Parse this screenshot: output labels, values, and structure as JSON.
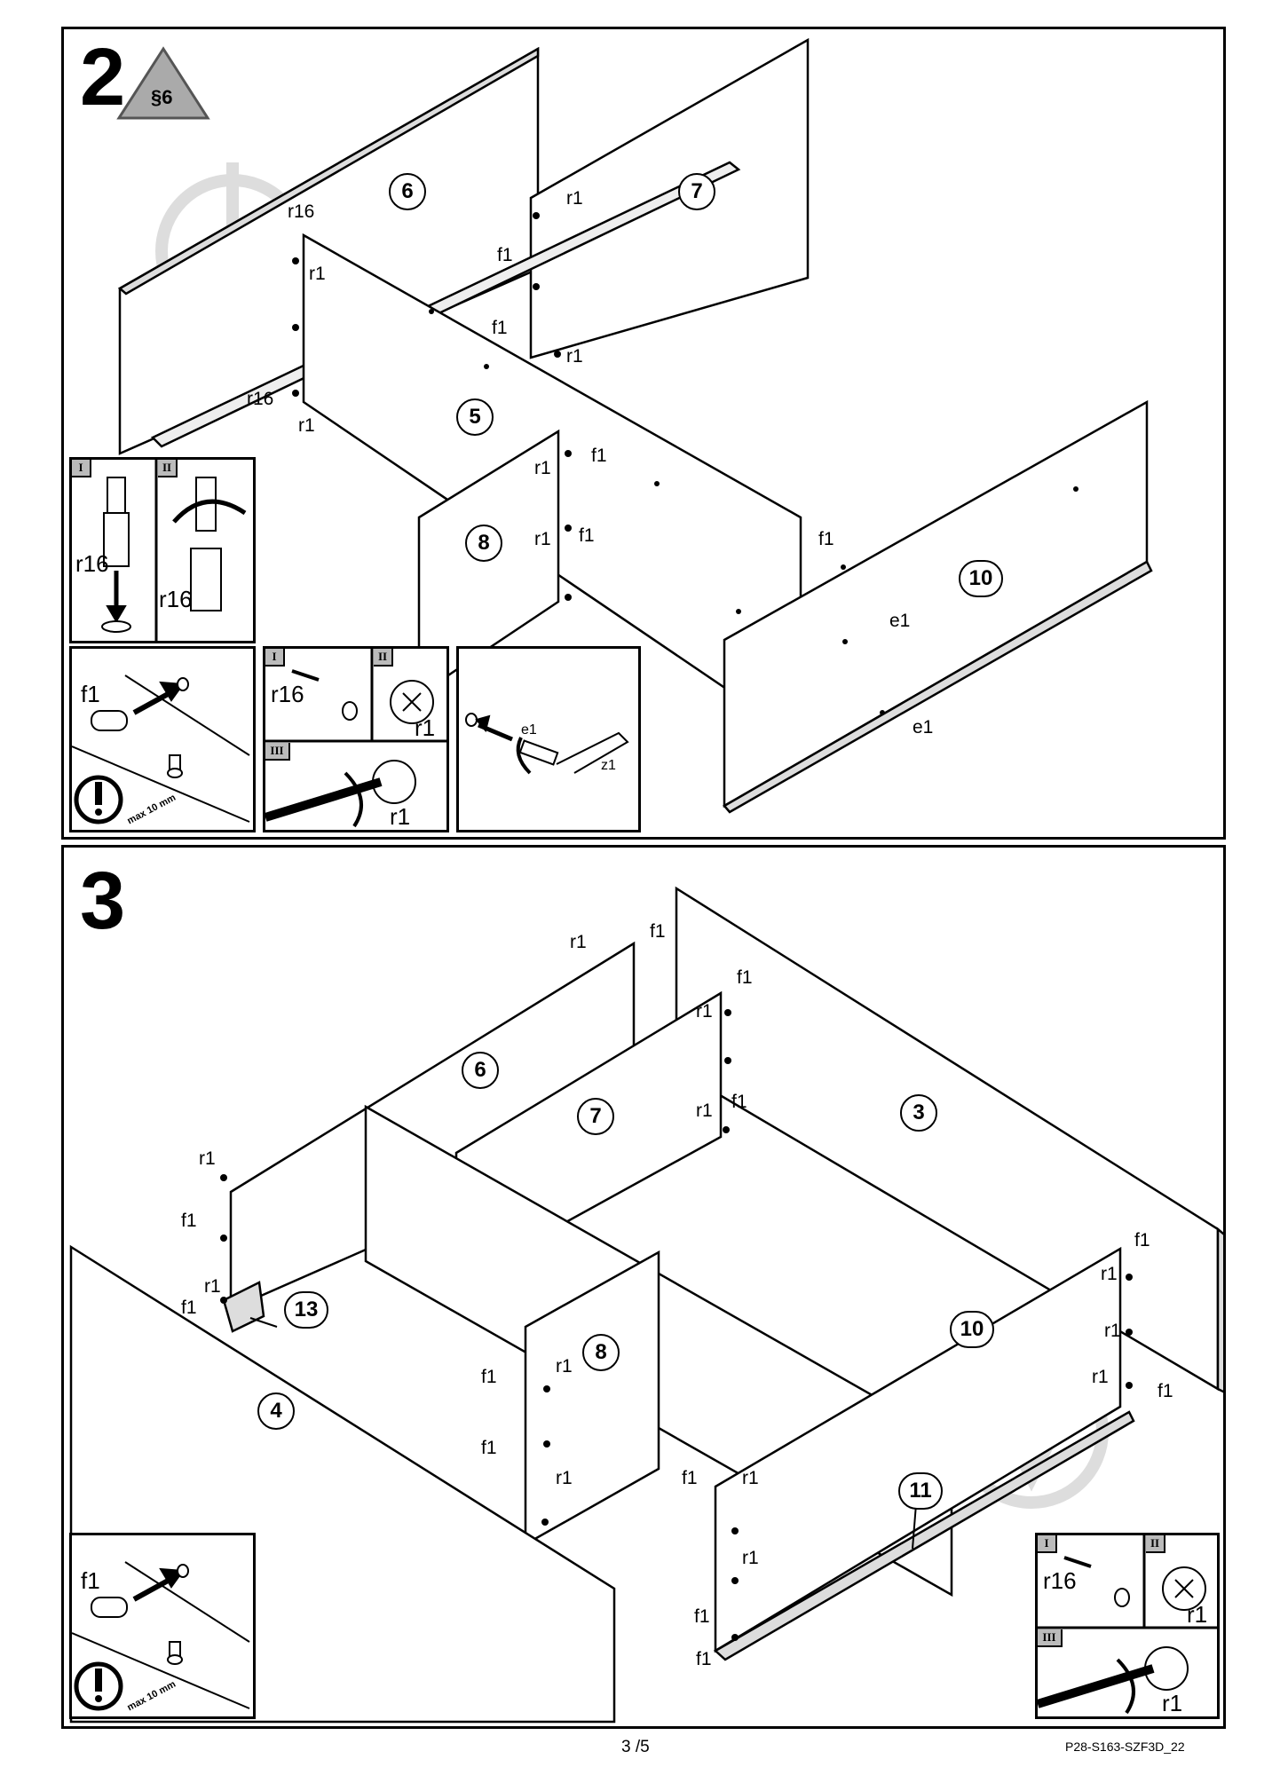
{
  "step2": {
    "number": "2",
    "warning_badge": "§6",
    "parts": {
      "p6": "6",
      "p7": "7",
      "p5": "5",
      "p8": "8",
      "p10": "10"
    },
    "labels": {
      "r16_a": "r16",
      "r16_b": "r16",
      "r1_a": "r1",
      "r1_b": "r1",
      "r1_c": "r1",
      "r1_d": "r1",
      "r1_e": "r1",
      "r1_f": "r1",
      "f1_a": "f1",
      "f1_b": "f1",
      "f1_c": "f1",
      "f1_d": "f1",
      "f1_e": "f1",
      "e1_a": "e1",
      "e1_b": "e1"
    },
    "insets": {
      "r16_step": {
        "tag_i": "I",
        "tag_ii": "II",
        "label_i": "r16",
        "label_ii": "r16"
      },
      "f1_note": {
        "label": "f1",
        "note": "max 10 mm",
        "icon": "exclamation-icon"
      },
      "r1_fit": {
        "tag_i": "I",
        "tag_ii": "II",
        "tag_iii": "III",
        "label_r16": "r16",
        "label_r1_ii": "r1",
        "label_r1_iii": "r1"
      },
      "e1_fit": {
        "label_e1": "e1",
        "label_z1": "z1"
      }
    }
  },
  "step3": {
    "number": "3",
    "parts": {
      "p6": "6",
      "p7": "7",
      "p3": "3",
      "p8": "8",
      "p10": "10",
      "p4": "4",
      "p13": "13",
      "p11": "11"
    },
    "labels": {
      "r1_a": "r1",
      "f1_a": "f1",
      "f1_b": "f1",
      "r1_b": "r1",
      "r1_c": "r1",
      "f1_c": "f1",
      "r1_d": "r1",
      "f1_d": "f1",
      "r1_e": "r1",
      "f1_e": "f1",
      "f1_f": "f1",
      "r1_f": "r1",
      "f1_g": "f1",
      "r1_g": "r1",
      "f1_h": "f1",
      "r1_h": "r1",
      "f1_i": "f1",
      "r1_i": "r1",
      "f1_j": "f1",
      "r1_j": "r1",
      "r1_k": "r1",
      "r1_l": "r1",
      "f1_k": "f1",
      "f1_l": "f1"
    },
    "insets": {
      "f1_note": {
        "label": "f1",
        "note": "max 10 mm",
        "icon": "exclamation-icon"
      },
      "r1_fit": {
        "tag_i": "I",
        "tag_ii": "II",
        "tag_iii": "III",
        "label_r16": "r16",
        "label_r1_ii": "r1",
        "label_r1_iii": "r1"
      }
    }
  },
  "footer": {
    "page": "3 /5",
    "code": "P28-S163-SZF3D_22"
  }
}
